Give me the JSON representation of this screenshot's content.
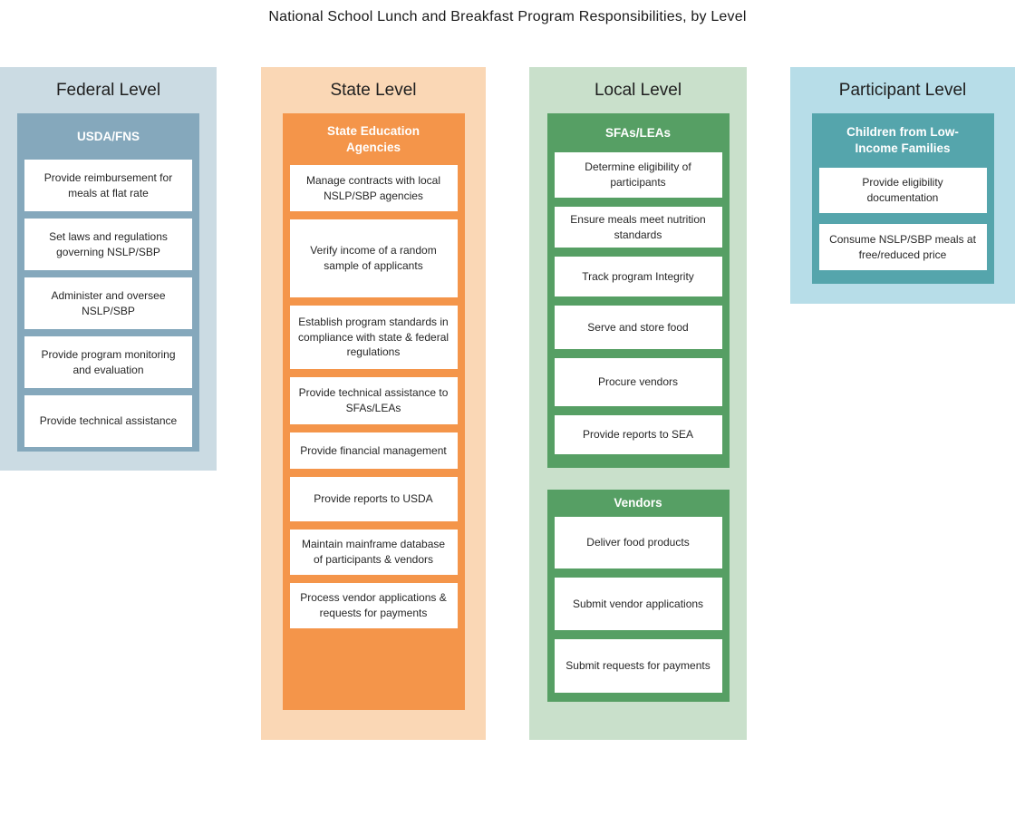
{
  "title": "National School Lunch and Breakfast Program Responsibilities, by Level",
  "columns": {
    "federal": {
      "label": "Federal Level",
      "colors": {
        "background": "#cbdbe3",
        "panel": "#85a8bc"
      },
      "group": {
        "label": "USDA/FNS",
        "items": [
          "Provide reimbursement for meals at flat rate",
          "Set laws and regulations governing NSLP/SBP",
          "Administer and oversee NSLP/SBP",
          "Provide program monitoring and evaluation",
          "Provide technical assistance"
        ]
      }
    },
    "state": {
      "label": "State Level",
      "colors": {
        "background": "#fad7b5",
        "panel": "#f4954a"
      },
      "group": {
        "label": "State Education Agencies",
        "items": [
          "Manage contracts with local NSLP/SBP agencies",
          "Verify income of a random sample of applicants",
          "Establish program standards in compliance with state & federal regulations",
          "Provide technical assistance to SFAs/LEAs",
          "Provide financial management",
          "Provide reports to USDA",
          "Maintain mainframe database of participants & vendors",
          "Process vendor applications & requests for payments"
        ]
      }
    },
    "local": {
      "label": "Local Level",
      "colors": {
        "background": "#c9e0cb",
        "panel": "#569f64"
      },
      "groups": [
        {
          "label": "SFAs/LEAs",
          "items": [
            "Determine eligibility of participants",
            "Ensure meals meet nutrition standards",
            "Track program Integrity",
            "Serve and store food",
            "Procure vendors",
            "Provide reports to SEA"
          ]
        },
        {
          "label": "Vendors",
          "items": [
            "Deliver food products",
            "Submit vendor applications",
            "Submit requests for payments"
          ]
        }
      ]
    },
    "participant": {
      "label": "Participant Level",
      "colors": {
        "background": "#b7dde8",
        "panel": "#55a5ac"
      },
      "group": {
        "label": "Children from Low-Income Families",
        "items": [
          "Provide eligibility documentation",
          "Consume NSLP/SBP meals at free/reduced price"
        ]
      }
    }
  }
}
